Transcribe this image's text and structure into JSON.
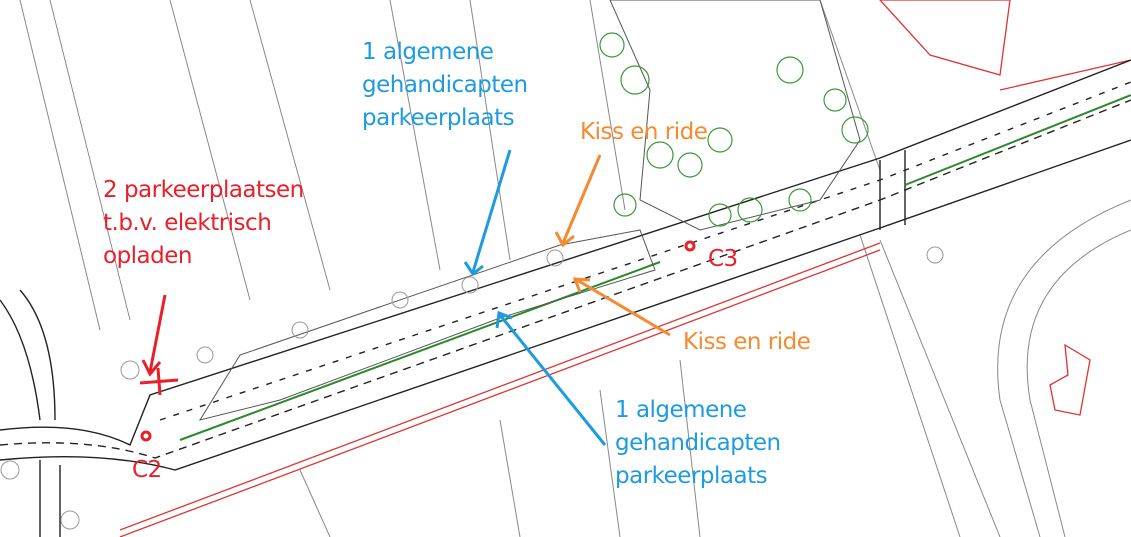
{
  "annotations": {
    "ev_charging": {
      "lines": [
        "2 parkeerplaatsen",
        "t.b.v. elektrisch",
        "opladen"
      ],
      "color": "#e8202a"
    },
    "disabled_top": {
      "lines": [
        "1 algemene",
        "gehandicapten",
        "parkeerplaats"
      ],
      "color": "#1e9be0"
    },
    "kiss_ride_top": {
      "text": "Kiss en ride",
      "color": "#f58a30"
    },
    "kiss_ride_right": {
      "text": "Kiss en ride",
      "color": "#f58a30"
    },
    "disabled_bottom": {
      "lines": [
        "1 algemene",
        "gehandicapten",
        "parkeerplaats"
      ],
      "color": "#1e9be0"
    },
    "point_c2": {
      "text": "C2",
      "color": "#e8202a"
    },
    "point_c3": {
      "text": "C3",
      "color": "#e8202a"
    }
  }
}
